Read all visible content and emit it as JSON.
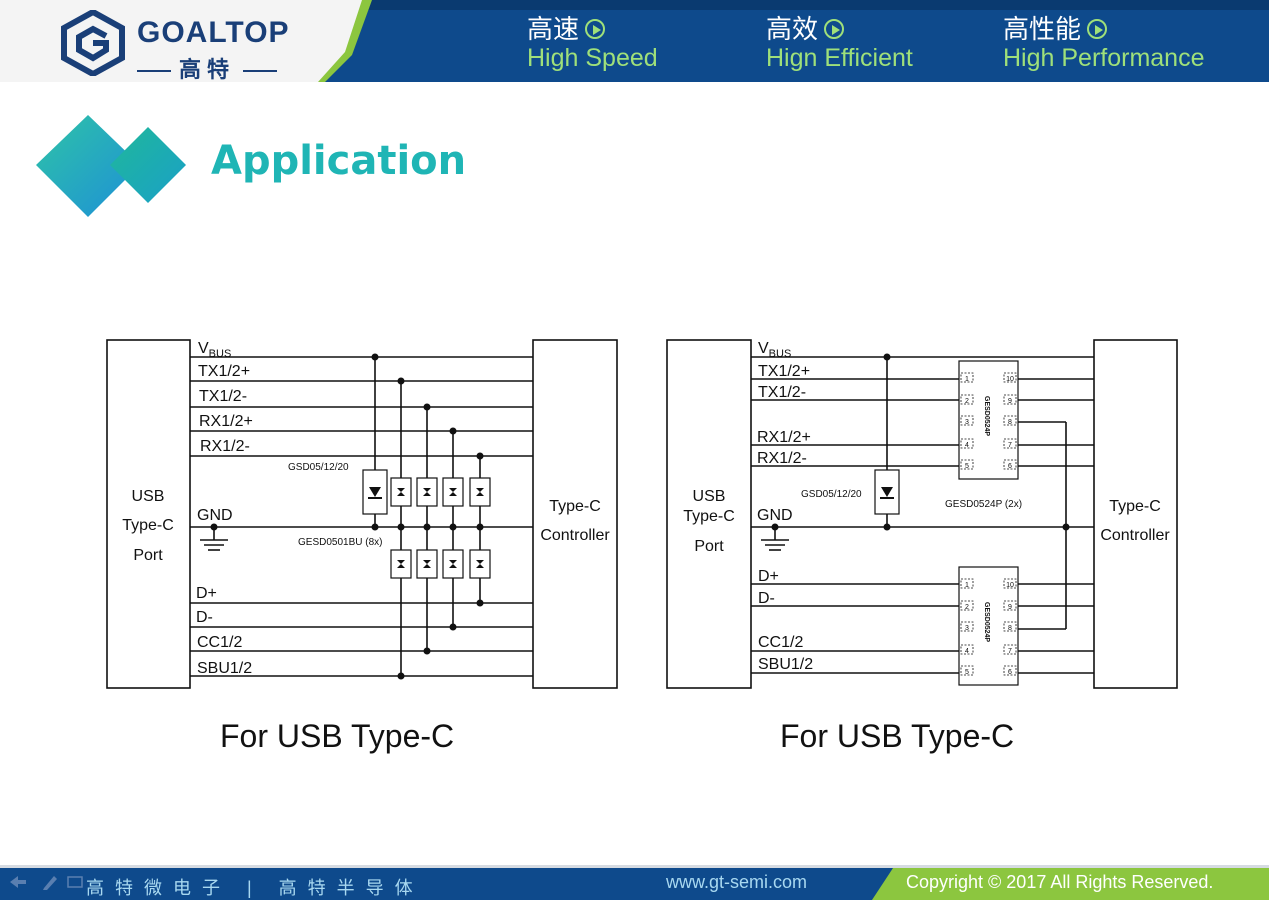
{
  "header": {
    "logo": {
      "name": "GOALTOP",
      "sub": "高特"
    },
    "nav": [
      {
        "cn": "高速",
        "en": "High Speed"
      },
      {
        "cn": "高效",
        "en": "Hign Efficient"
      },
      {
        "cn": "高性能",
        "en": "High Performance"
      }
    ]
  },
  "page_title": "Application",
  "diagram_left": {
    "left_block": [
      "USB",
      "Type-C",
      "Port"
    ],
    "right_block": [
      "Type-C",
      "Controller"
    ],
    "signals": {
      "vbus": "V",
      "vbus_sub": "BUS",
      "tx_p": "TX1/2+",
      "tx_n": "TX1/2-",
      "rx_p": "RX1/2+",
      "rx_n": "RX1/2-",
      "gnd": "GND",
      "dp": "D+",
      "dn": "D-",
      "cc": "CC1/2",
      "sbu": "SBU1/2"
    },
    "part_a": "GSD05/12/20",
    "part_b": "GESD0501BU (8x)",
    "caption": "For USB Type-C"
  },
  "diagram_right": {
    "left_block": [
      "USB",
      "Type-C",
      "Port"
    ],
    "right_block": [
      "Type-C",
      "Controller"
    ],
    "signals": {
      "vbus": "V",
      "vbus_sub": "BUS",
      "tx_p": "TX1/2+",
      "tx_n": "TX1/2-",
      "rx_p": "RX1/2+",
      "rx_n": "RX1/2-",
      "gnd": "GND",
      "dp": "D+",
      "dn": "D-",
      "cc": "CC1/2",
      "sbu": "SBU1/2"
    },
    "part_a": "GSD05/12/20",
    "ic_label": "GESD0524P",
    "ic_note": "GESD0524P (2x)",
    "pins_left": [
      "1",
      "2",
      "3",
      "4",
      "5"
    ],
    "pins_right": [
      "10",
      "9",
      "8",
      "7",
      "6"
    ],
    "caption": "For USB Type-C"
  },
  "footer": {
    "cn": "高特微电子 | 高特半导体",
    "url": "www.gt-semi.com",
    "copyright": "Copyright © 2017 All Rights Reserved."
  },
  "colors": {
    "navy": "#0e4a8c",
    "green": "#8cc63f",
    "teal": "#1fb5b5"
  }
}
